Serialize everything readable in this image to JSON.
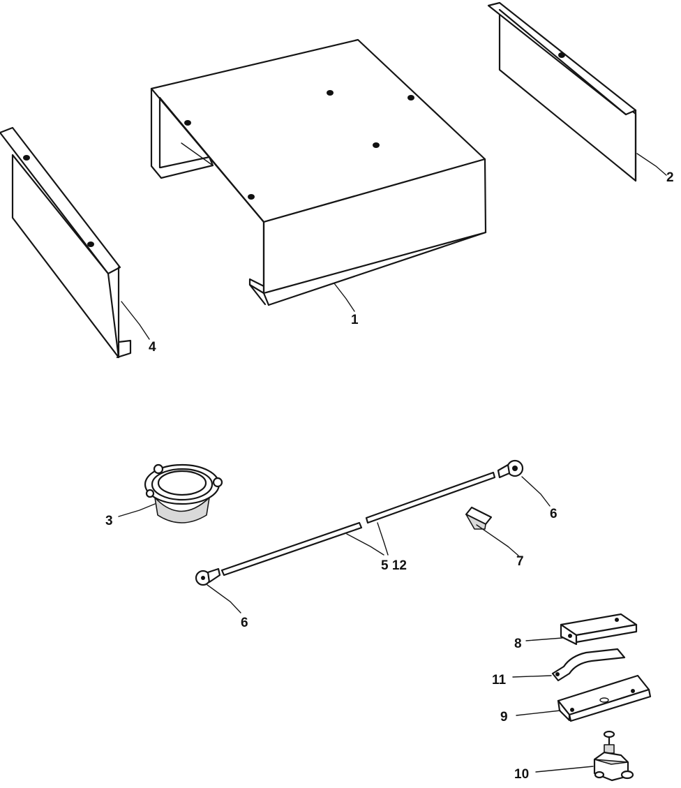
{
  "figure": {
    "callouts": {
      "c1": "1",
      "c2": "2",
      "c3": "3",
      "c4": "4",
      "c5_12": "5 12",
      "c6_top": "6",
      "c6_bottom": "6",
      "c7": "7",
      "c8": "8",
      "c9": "9",
      "c10": "10",
      "c11": "11"
    }
  }
}
